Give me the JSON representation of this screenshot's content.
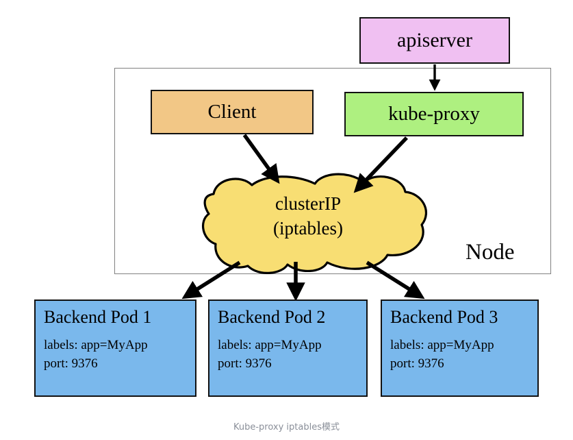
{
  "diagram": {
    "caption": "Kube-proxy iptables模式",
    "node_label": "Node",
    "boxes": {
      "apiserver": {
        "label": "apiserver",
        "color": "#f0c0f2"
      },
      "client": {
        "label": "Client",
        "color": "#f2c786"
      },
      "kube_proxy": {
        "label": "kube-proxy",
        "color": "#aef080"
      }
    },
    "cloud": {
      "line1": "clusterIP",
      "line2": "(iptables)",
      "color": "#f8de73"
    },
    "pods": [
      {
        "title": "Backend Pod 1",
        "labels": "labels: app=MyApp",
        "port": "port: 9376",
        "color": "#7ab8ec"
      },
      {
        "title": "Backend Pod 2",
        "labels": "labels: app=MyApp",
        "port": "port: 9376",
        "color": "#7ab8ec"
      },
      {
        "title": "Backend Pod 3",
        "labels": "labels: app=MyApp",
        "port": "port: 9376",
        "color": "#7ab8ec"
      }
    ],
    "edges": [
      {
        "from": "apiserver",
        "to": "kube-proxy"
      },
      {
        "from": "client",
        "to": "clusterIP"
      },
      {
        "from": "kube-proxy",
        "to": "clusterIP"
      },
      {
        "from": "clusterIP",
        "to": "Backend Pod 1"
      },
      {
        "from": "clusterIP",
        "to": "Backend Pod 2"
      },
      {
        "from": "clusterIP",
        "to": "Backend Pod 3"
      }
    ]
  }
}
